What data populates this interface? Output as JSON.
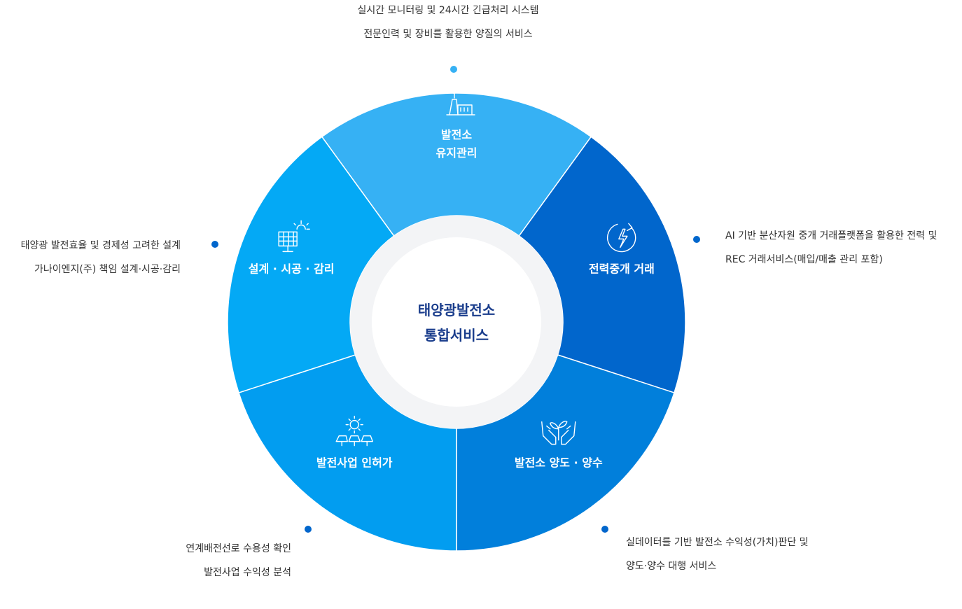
{
  "center": {
    "line1": "태양광발전소",
    "line2": "통합서비스"
  },
  "segments": [
    {
      "id": "maintenance",
      "icon": "power-plant-icon",
      "label_lines": [
        "발전소",
        "유지관리"
      ],
      "desc_lines": [
        "실시간 모니터링 및 24시간 긴급처리 시스템",
        "전문인력 및 장비를 활용한 양질의 서비스"
      ],
      "color": "#36b1f4"
    },
    {
      "id": "brokerage",
      "icon": "energy-cycle-icon",
      "label_lines": [
        "전력중개 거래"
      ],
      "desc_lines": [
        "AI 기반 분산자원 중개 거래플랫폼을 활용한 전력 및",
        "REC 거래서비스(매입/매출 관리 포함)"
      ],
      "color": "#0166cc"
    },
    {
      "id": "transfer",
      "icon": "hands-sprout-icon",
      "label_lines": [
        "발전소 양도 · 양수"
      ],
      "desc_lines": [
        "실데이터를 기반 발전소 수익성(가치)판단 및",
        "양도·양수 대행 서비스"
      ],
      "color": "#017fdb"
    },
    {
      "id": "permit",
      "icon": "solar-farm-icon",
      "label_lines": [
        "발전사업 인허가"
      ],
      "desc_lines": [
        "연계배전선로 수용성 확인",
        "발전사업 수익성 분석"
      ],
      "color": "#029df0"
    },
    {
      "id": "design",
      "icon": "solar-panel-sun-icon",
      "label_lines": [
        "설계 · 시공 · 감리"
      ],
      "desc_lines": [
        "태양광 발전효율 및 경제성 고려한 설계",
        "가나이엔지(주) 책임 설계·시공·감리"
      ],
      "color": "#04a9f5"
    }
  ],
  "colors": {
    "ring_inner": "#f3f4f6",
    "center_fill": "#ffffff",
    "center_text": "#1a3d8c",
    "dot_light": "#36b1f4",
    "dot_dark": "#0166cc",
    "desc_text": "#333333"
  }
}
